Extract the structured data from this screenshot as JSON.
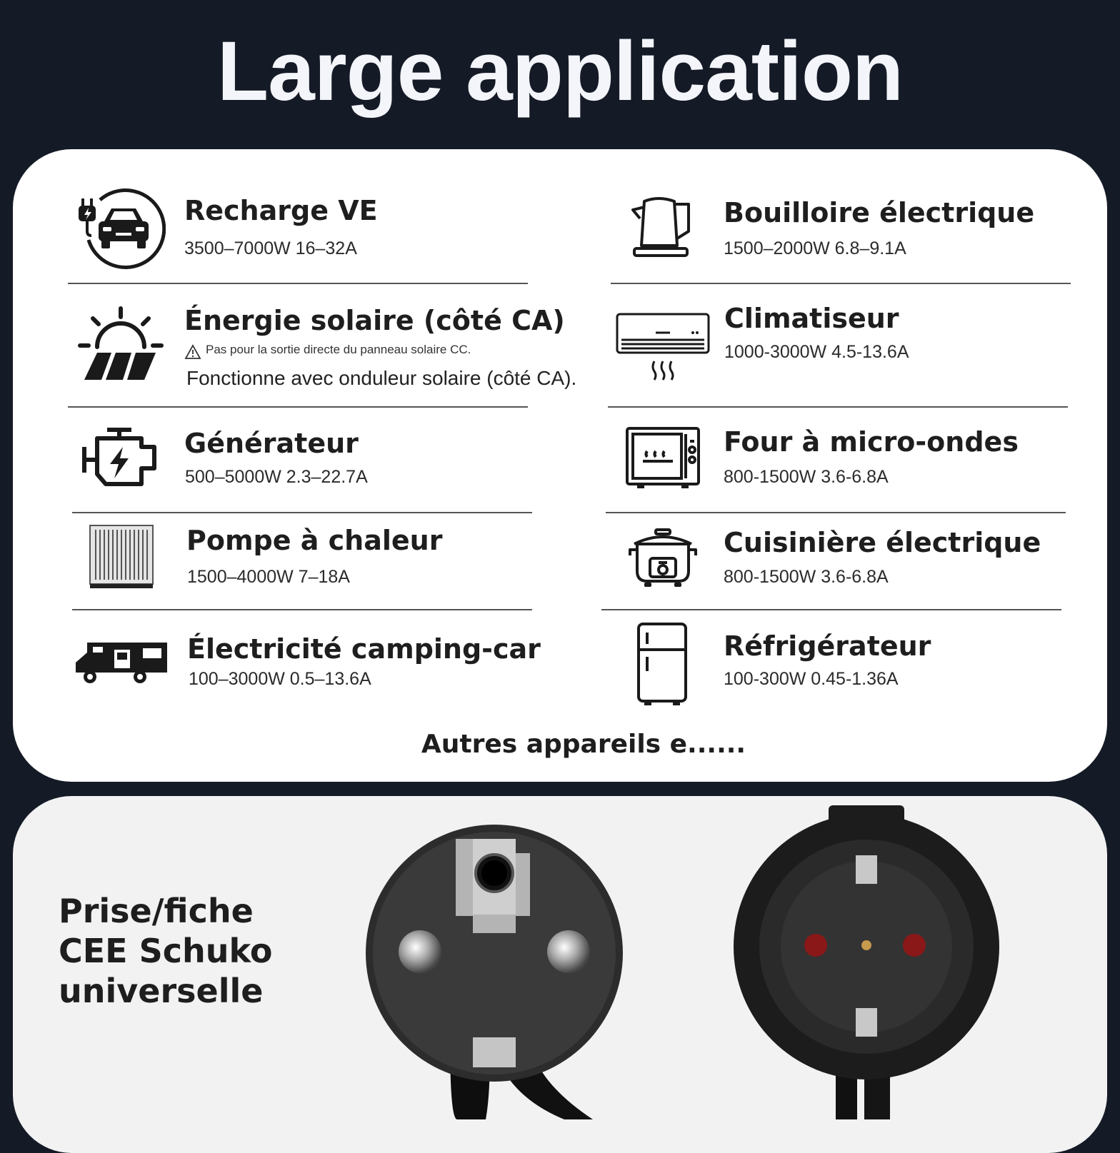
{
  "header": {
    "title": "Large application"
  },
  "left_items": [
    {
      "name": "Recharge VE",
      "spec": "3500–7000W  16–32A"
    },
    {
      "name": "Énergie solaire (côté CA)",
      "note_small": "Pas pour la sortie directe du panneau solaire CC.",
      "note_big": "Fonctionne avec onduleur solaire (côté CA)."
    },
    {
      "name": "Générateur",
      "spec": "500–5000W  2.3–22.7A"
    },
    {
      "name": "Pompe à chaleur",
      "spec": "1500–4000W  7–18A"
    },
    {
      "name": "Électricité camping-car",
      "spec": "100–3000W  0.5–13.6A"
    }
  ],
  "right_items": [
    {
      "name": "Bouilloire électrique",
      "spec": "1500–2000W   6.8–9.1A"
    },
    {
      "name": "Climatiseur",
      "spec": "1000-3000W  4.5-13.6A"
    },
    {
      "name": "Four à micro-ondes",
      "spec": "800-1500W   3.6-6.8A"
    },
    {
      "name": "Cuisinière électrique",
      "spec": "800-1500W  3.6-6.8A"
    },
    {
      "name": "Réfrigérateur",
      "spec": "100-300W  0.45-1.36A"
    }
  ],
  "footer_note": "Autres appareils e......",
  "schuko": {
    "line1": "Prise/fiche",
    "line2": "CEE Schuko",
    "line3": "universelle"
  },
  "icons": {
    "left": [
      "ev-charging-icon",
      "solar-panel-icon",
      "generator-engine-icon",
      "heat-pump-icon",
      "camper-van-icon"
    ],
    "right": [
      "kettle-icon",
      "air-conditioner-icon",
      "microwave-icon",
      "rice-cooker-icon",
      "refrigerator-icon"
    ]
  }
}
